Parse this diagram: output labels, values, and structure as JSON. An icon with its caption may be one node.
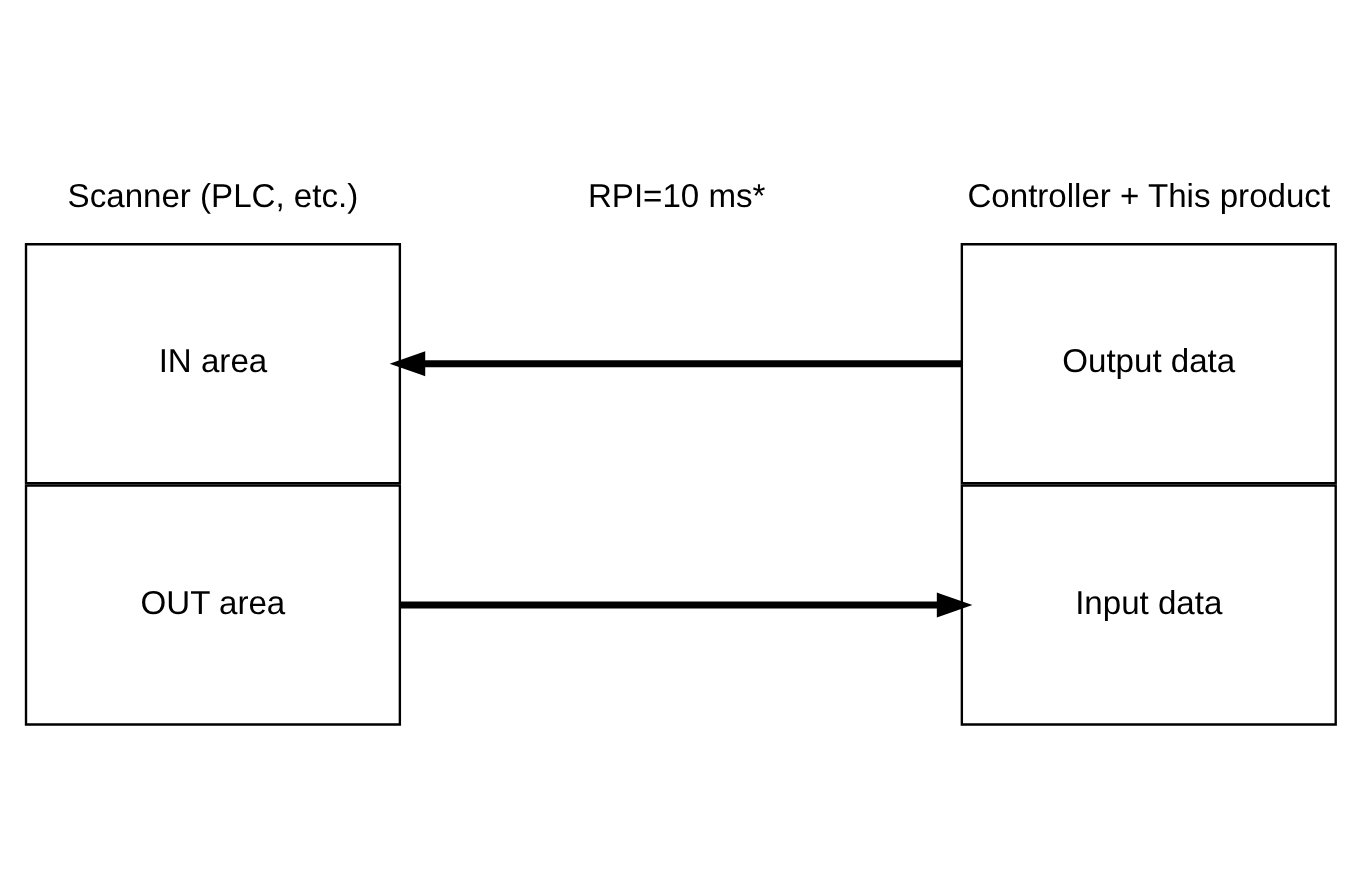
{
  "diagram": {
    "nodes": [
      {
        "text": [
          "IN area"
        ]
      },
      {
        "text": [
          "OUT area"
        ]
      },
      {
        "text": [
          "Output data"
        ]
      },
      {
        "text": [
          "Input data"
        ]
      }
    ],
    "edges": [
      {
        "from": 2,
        "to": 0,
        "arrow": "to"
      },
      {
        "from": 1,
        "to": 3,
        "arrow": "to"
      }
    ],
    "labels": [
      "Scanner (PLC, etc.)",
      "Controller + This product",
      "RPI=10 ms*"
    ]
  }
}
